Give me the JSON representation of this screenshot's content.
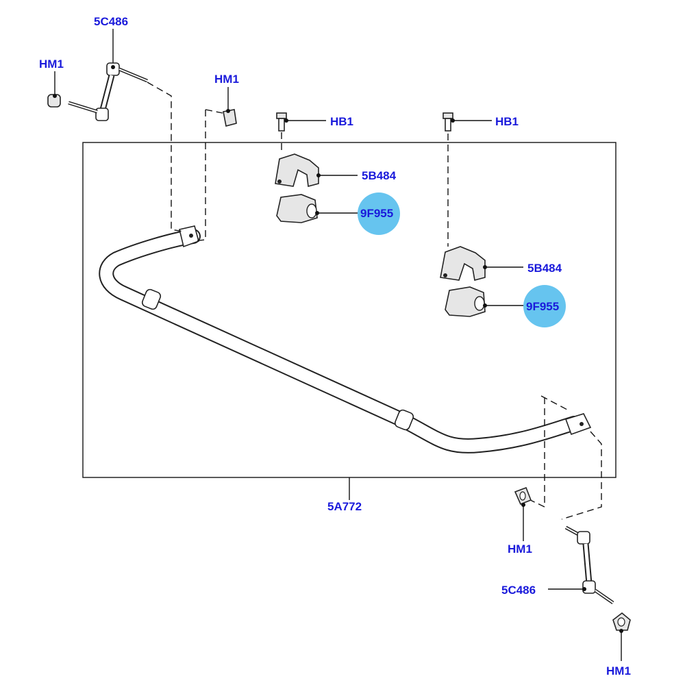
{
  "colors": {
    "label_text": "#1a1adb",
    "highlight": "#66c4ef",
    "line": "#111111"
  },
  "labels": {
    "link_top": "5C486",
    "nut_topleft": "HM1",
    "nut_top": "HM1",
    "bolt_left": "HB1",
    "bolt_right": "HB1",
    "clamp_left": "5B484",
    "bush_left": "9F955",
    "clamp_right": "5B484",
    "bush_right": "9F955",
    "stabilizer_bar": "5A772",
    "nut_lower": "HM1",
    "link_bottom": "5C486",
    "nut_bottom": "HM1"
  },
  "highlighted_parts": [
    "9F955"
  ]
}
